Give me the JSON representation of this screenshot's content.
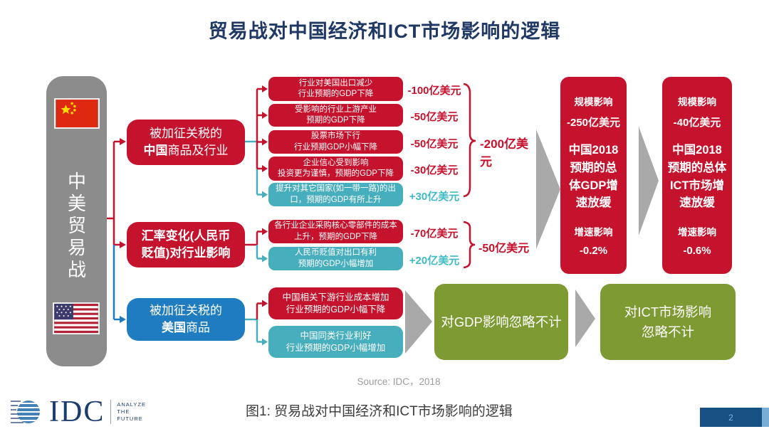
{
  "title": "贸易战对中国经济和ICT市场影响的逻辑",
  "accent_colors": {
    "negative_red": "#C5122D",
    "positive_teal": "#47AEBE",
    "tariff_blue": "#1F7CC1",
    "neutral_gray": "#8C8C8C",
    "negligible_green": "#7E9B33",
    "title_navy": "#1F3864"
  },
  "left_pillar": {
    "label": "中美贸易战",
    "flag_top": "china-flag",
    "flag_bottom": "usa-flag"
  },
  "categories": [
    {
      "line1_bold": "",
      "line1_rest": "被加征关税的",
      "line2_bold": "中国",
      "line2_rest": "商品及行业"
    },
    {
      "line1_bold": "汇率变化(人民币",
      "line1_rest": "",
      "line2_bold": "贬值)",
      "line2_rest": "对行业影响"
    },
    {
      "line1_bold": "",
      "line1_rest": "被加征关税的",
      "line2_bold": "美国",
      "line2_rest": "商品"
    }
  ],
  "impact_groups": {
    "china_goods": {
      "items": [
        {
          "line1": "行业对美国出口减少",
          "line2": "行业预期的GDP下降",
          "value": "-100亿美元",
          "type": "negative"
        },
        {
          "line1": "受影响的行业上游产业",
          "line2": "预期的GDP下降",
          "value": "-50亿美元",
          "type": "negative"
        },
        {
          "line1": "股票市场下行",
          "line2": "行业预期GDP小幅下降",
          "value": "-50亿美元",
          "type": "negative"
        },
        {
          "line1": "企业信心受到影响",
          "line2": "投资更为谨慎，预期的GDP下降",
          "value": "-30亿美元",
          "type": "negative"
        },
        {
          "line1": "提升对其它国家(如一带一路)的出",
          "line2": "口，预期的GDP有所上升",
          "value": "+30亿美元",
          "type": "positive"
        }
      ],
      "subtotal": "-200亿美元"
    },
    "exchange_rate": {
      "items": [
        {
          "line1": "各行业企业采购核心零部件的成本",
          "line2": "上升，预期的GDP下降",
          "value": "-70亿美元",
          "type": "negative"
        },
        {
          "line1": "人民币贬值对出口有利",
          "line2": "预期的GDP小幅增加",
          "value": "+20亿美元",
          "type": "positive"
        }
      ],
      "subtotal": "-50亿美元"
    },
    "us_goods": {
      "items": [
        {
          "line1": "中国相关下游行业成本增加",
          "line2": "行业预期的GDP小幅下降",
          "type": "negative"
        },
        {
          "line1": "中国同类行业利好",
          "line2": "行业预期的GDP小幅增加",
          "type": "positive"
        }
      ]
    }
  },
  "outcomes": [
    {
      "scale_label": "规模影响",
      "scale_value": "-250亿美元",
      "body": "中国2018预期的总体GDP增速放缓",
      "growth_label": "增速影响",
      "growth_value": "-0.2%"
    },
    {
      "scale_label": "规模影响",
      "scale_value": "-40亿美元",
      "body": "中国2018预期的总体ICT市场增速放缓",
      "growth_label": "增速影响",
      "growth_value": "-0.6%"
    }
  ],
  "negligible": [
    {
      "line1": "对GDP影响忽略不计",
      "line2": ""
    },
    {
      "line1": "对ICT市场影响",
      "line2": "忽略不计"
    }
  ],
  "source_note": "Source: IDC，2018",
  "footer": {
    "caption": "图1: 贸易战对中国经济和ICT市场影响的逻辑",
    "logo_text": "IDC",
    "logo_tagline_lines": [
      "ANALYZE",
      "THE",
      "FUTURE"
    ],
    "page_number": "2"
  }
}
